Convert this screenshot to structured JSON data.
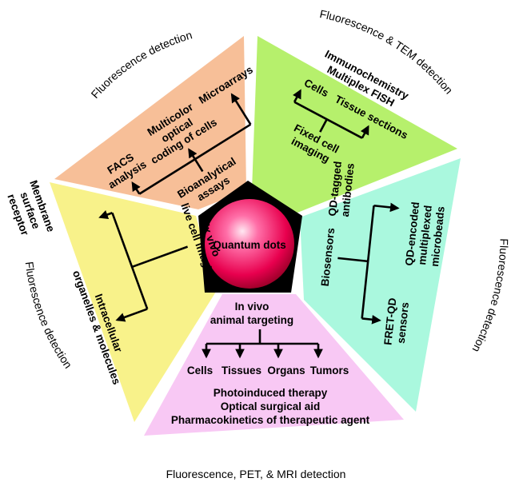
{
  "center": {
    "label": "Quantum dots"
  },
  "colors": {
    "top_left": "#f7bf98",
    "top_right": "#b6f06c",
    "right": "#aaf8de",
    "bottom": "#f8c8f4",
    "left": "#f8f28a",
    "center_bg": "#000000"
  },
  "segments": {
    "top_left": {
      "outer_label": "Fluorescence detection",
      "items": [
        "FACS",
        "analysis",
        "Multicolor",
        "optical",
        "coding of cells",
        "Microarrays",
        "Bioanalytical",
        "assays"
      ]
    },
    "top_right": {
      "outer_label": "Fluorescence & TEM detection",
      "items": [
        "Immunochemistry",
        "Multiplex FISH",
        "Cells",
        "Tissue sections",
        "Fixed cell",
        "imaging"
      ]
    },
    "right": {
      "outer_label": "Fluorescence detection",
      "items": [
        "Biosensors",
        "FRET-QD",
        "sensors",
        "QD-encoded",
        "multiplexed",
        "microbeads",
        "QD-tagged",
        "antibodies"
      ]
    },
    "bottom": {
      "outer_label": "Fluorescence, PET, & MRI detection",
      "items": [
        "In vivo",
        "animal targeting",
        "Cells",
        "Tissues",
        "Organs",
        "Tumors",
        "Photoinduced therapy",
        "Optical surgical aid",
        "Pharmacokinetics of therapeutic agent"
      ]
    },
    "left": {
      "outer_label": "Fluorescence detection",
      "items": [
        "Membrane",
        "surface",
        "receptor",
        "Ex vivo",
        "live cell imaging",
        "Intracellular",
        "organelles & molecules"
      ]
    }
  }
}
